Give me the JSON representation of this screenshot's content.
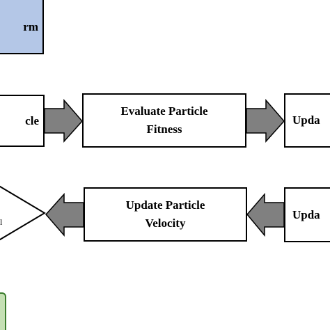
{
  "start_box": {
    "label": "rm",
    "fill": "#b4c7e7"
  },
  "row1": {
    "left_box_label": "cle",
    "middle_box_line1": "Evaluate Particle",
    "middle_box_line2": "Fitness",
    "right_box_label": "Upda"
  },
  "row2": {
    "middle_box_line1": "Update Particle",
    "middle_box_line2": "Velocity",
    "right_box_label": "Upda",
    "decision_label": "l"
  },
  "end_box": {
    "fill": "#c5e0b4",
    "border": "#3a7d2c"
  },
  "arrow_fill": "#808080"
}
